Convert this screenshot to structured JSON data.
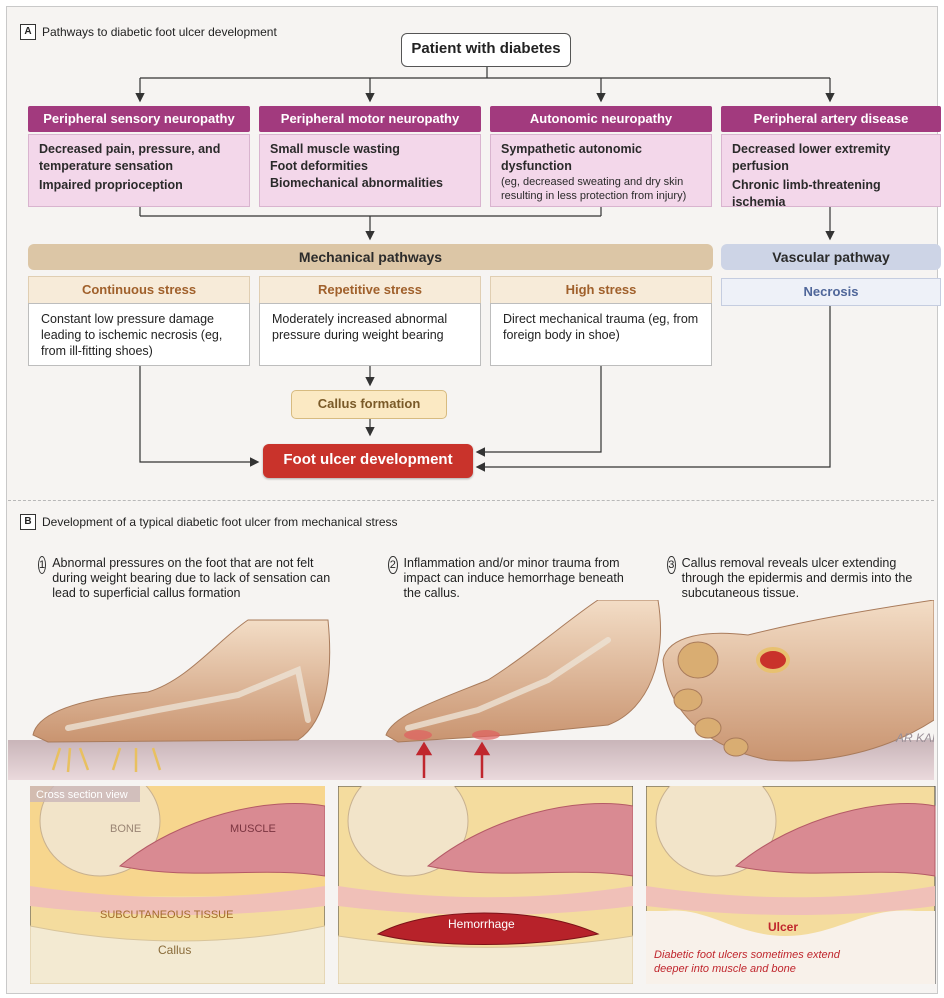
{
  "panel_a": {
    "tag": "A",
    "title": "Pathways to diabetic foot ulcer development",
    "root": "Patient with diabetes",
    "categories": [
      {
        "head": "Peripheral sensory neuropathy",
        "lines": [
          "Decreased pain, pressure, and temperature sensation",
          "Impaired proprioception"
        ]
      },
      {
        "head": "Peripheral motor neuropathy",
        "lines": [
          "Small muscle wasting",
          "Foot deformities",
          "Biomechanical abnormalities"
        ]
      },
      {
        "head": "Autonomic neuropathy",
        "lines": [
          "Sympathetic autonomic dysfunction"
        ],
        "note": "(eg, decreased sweating and dry skin resulting in less protection from injury)"
      },
      {
        "head": "Peripheral artery disease",
        "lines": [
          "Decreased lower extremity perfusion",
          "Chronic limb-threatening ischemia"
        ]
      }
    ],
    "mechanical": {
      "head": "Mechanical pathways",
      "stresses": [
        {
          "head": "Continuous stress",
          "text": "Constant low pressure damage leading to ischemic necrosis (eg, from ill-fitting shoes)"
        },
        {
          "head": "Repetitive stress",
          "text": "Moderately increased abnormal pressure during weight bearing"
        },
        {
          "head": "High stress",
          "text": "Direct mechanical trauma (eg, from foreign body in shoe)"
        }
      ]
    },
    "vascular": {
      "head": "Vascular pathway",
      "sub": "Necrosis"
    },
    "callus": "Callus formation",
    "outcome": "Foot ulcer development"
  },
  "panel_b": {
    "tag": "B",
    "title": "Development of a typical diabetic foot ulcer from mechanical stress",
    "steps": [
      {
        "num": "1",
        "text": "Abnormal pressures on the foot that are not felt during weight bearing due to lack of sensation can lead to superficial callus formation"
      },
      {
        "num": "2",
        "text": "Inflammation and/or minor trauma from impact can induce hemorrhage beneath the callus."
      },
      {
        "num": "3",
        "text": "Callus removal reveals ulcer extending through the epidermis and dermis into the subcutaneous tissue."
      }
    ],
    "cross_section_label": "Cross section view",
    "labels": {
      "bone": "BONE",
      "muscle": "MUSCLE",
      "subcutaneous": "SUBCUTANEOUS TISSUE",
      "callus": "Callus",
      "hemorrhage": "Hemorrhage",
      "ulcer": "Ulcer"
    },
    "ulcer_note": "Diabetic foot ulcers sometimes extend deeper into muscle and bone",
    "signature": "AR KAREN"
  },
  "colors": {
    "purple": "#a23a7e",
    "purple_light": "#f3d7ea",
    "tan": "#dcc6a6",
    "blue_gray": "#cdd4e6",
    "red": "#c9332b",
    "callus": "#fbe9c3"
  }
}
